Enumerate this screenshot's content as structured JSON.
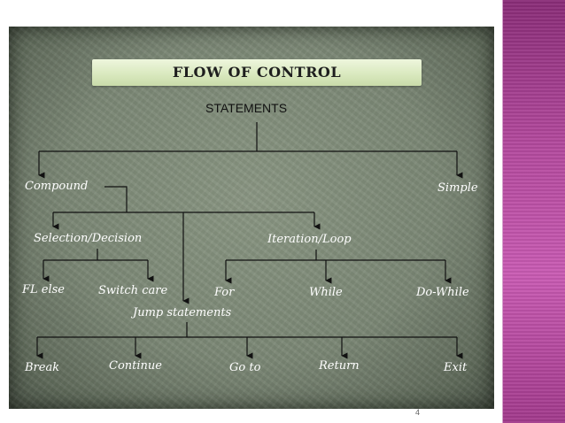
{
  "title": "FLOW OF CONTROL",
  "root": "STATEMENTS",
  "level1": {
    "left": "Compound",
    "right": "Simple"
  },
  "compound_children": {
    "selection": "Selection/Decision",
    "iteration": "Iteration/Loop",
    "jump": "Jump statements"
  },
  "selection_items": [
    "FL else",
    "Switch care"
  ],
  "iteration_items": [
    "For",
    "While",
    "Do-While"
  ],
  "jump_items": [
    "Break",
    "Continue",
    "Go to",
    "Return",
    "Exit"
  ],
  "page_number": "4",
  "colors": {
    "board": "#7b8775",
    "banner": "#d8e8bd",
    "side_bar": "#b44a9e",
    "node_text": "#ffffff"
  }
}
